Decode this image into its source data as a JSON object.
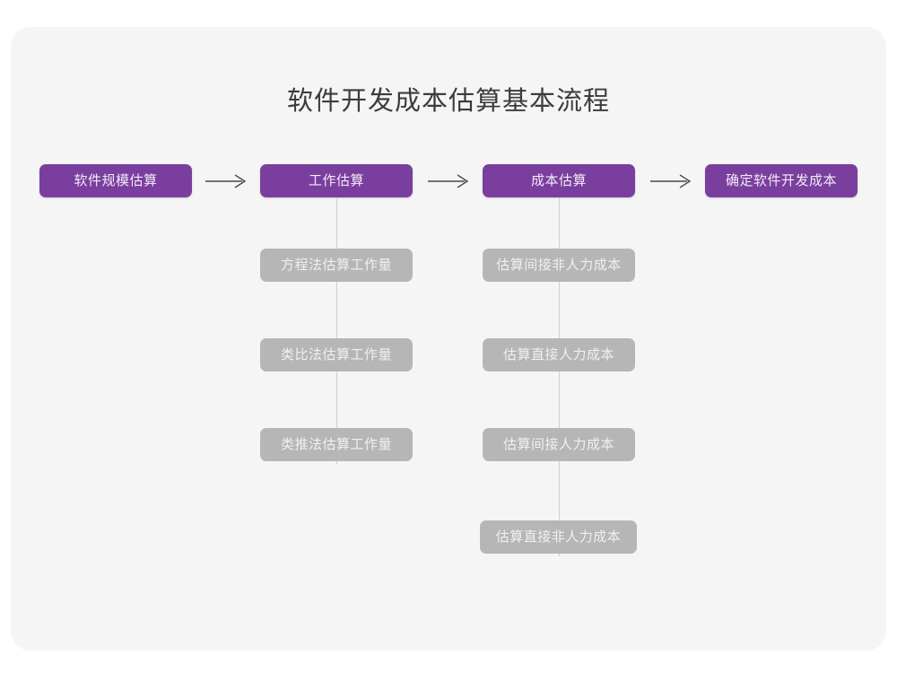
{
  "diagram": {
    "title": "软件开发成本估算基本流程",
    "colors": {
      "card_background": "#f5f5f5",
      "page_background": "#ffffff",
      "primary_node": "#7a3f9e",
      "secondary_node": "#b6b6b6",
      "connector": "#cfcfcf",
      "arrow": "#4a4a4a",
      "title_text": "#3c3c3c"
    },
    "main_flow": [
      {
        "id": "size-estimation",
        "label": "软件规模估算"
      },
      {
        "id": "effort-estimation",
        "label": "工作估算"
      },
      {
        "id": "cost-estimation",
        "label": "成本估算"
      },
      {
        "id": "final-cost",
        "label": "确定软件开发成本"
      }
    ],
    "arrows": [
      {
        "id": "arrow-1",
        "glyph": "arrow-right-icon"
      },
      {
        "id": "arrow-2",
        "glyph": "arrow-right-icon"
      },
      {
        "id": "arrow-3",
        "glyph": "arrow-right-icon"
      }
    ],
    "effort_substeps": [
      {
        "id": "equation-method",
        "label": "方程法估算工作量"
      },
      {
        "id": "analogy-method",
        "label": "类比法估算工作量"
      },
      {
        "id": "inference-method",
        "label": "类推法估算工作量"
      }
    ],
    "cost_substeps": [
      {
        "id": "indirect-nonlabor",
        "label": "估算间接非人力成本"
      },
      {
        "id": "direct-labor",
        "label": "估算直接人力成本"
      },
      {
        "id": "indirect-labor",
        "label": "估算间接人力成本"
      },
      {
        "id": "direct-nonlabor",
        "label": "估算直接非人力成本"
      }
    ]
  }
}
